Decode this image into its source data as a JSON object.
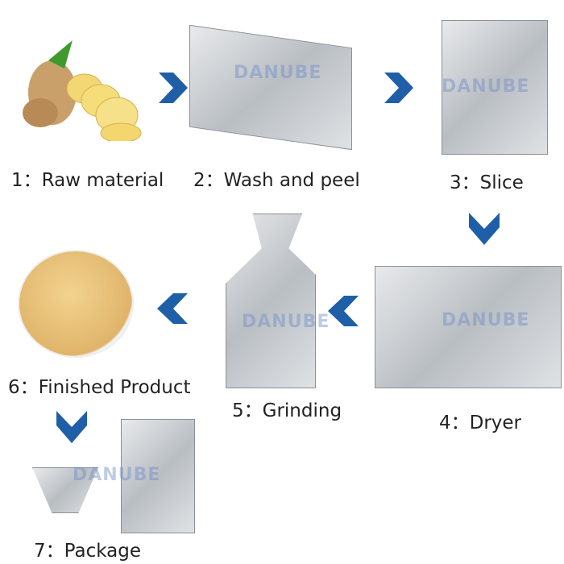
{
  "steps": [
    {
      "label": "1：Raw material"
    },
    {
      "label": "2：Wash and peel"
    },
    {
      "label": "3：Slice"
    },
    {
      "label": "4：Dryer"
    },
    {
      "label": "5：Grinding"
    },
    {
      "label": "6：Finished Product"
    },
    {
      "label": "7：Package"
    }
  ],
  "watermark": "DANUBE",
  "colors": {
    "arrow": "#1f5fa8",
    "text": "#222222",
    "powder": "#e8c27a"
  }
}
